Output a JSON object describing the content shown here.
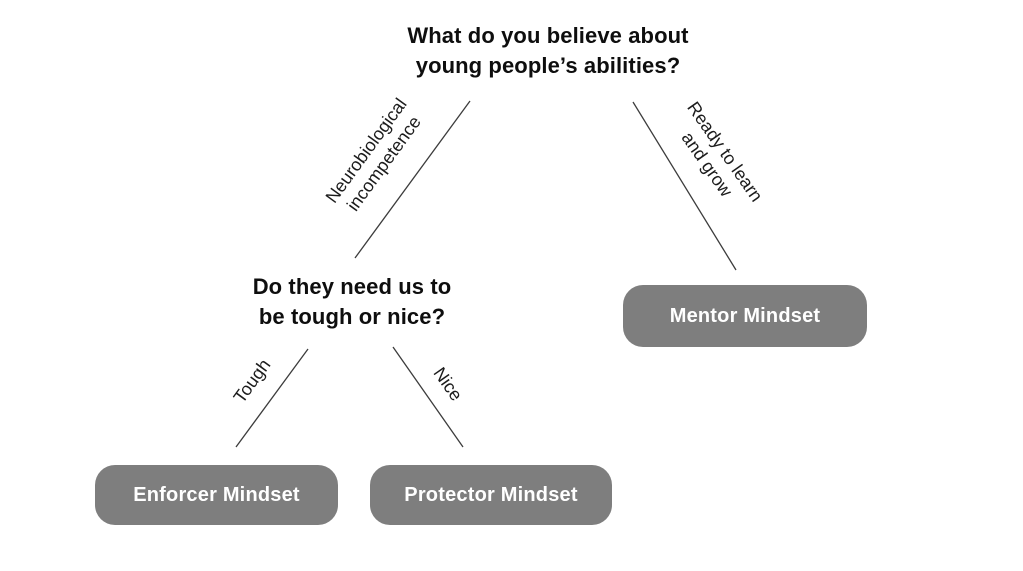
{
  "diagram": {
    "root_question": {
      "lines": [
        "What do you believe about",
        "young people’s abilities?"
      ]
    },
    "second_question": {
      "lines": [
        "Do they need us to",
        "be tough or nice?"
      ]
    },
    "branch_labels": {
      "neurobiological": {
        "lines": [
          "Neurobiological",
          "incompetence"
        ]
      },
      "ready": {
        "lines": [
          "Ready to learn",
          "and grow"
        ]
      },
      "tough": "Tough",
      "nice": "Nice"
    },
    "boxes": {
      "mentor": "Mentor Mindset",
      "enforcer": "Enforcer Mindset",
      "protector": "Protector Mindset"
    },
    "colors": {
      "box_fill": "#7e7e7e",
      "box_text": "#ffffff",
      "connector_stroke": "#3c3c3c",
      "question_text": "#0e0e0e",
      "background": "#ffffff"
    }
  }
}
